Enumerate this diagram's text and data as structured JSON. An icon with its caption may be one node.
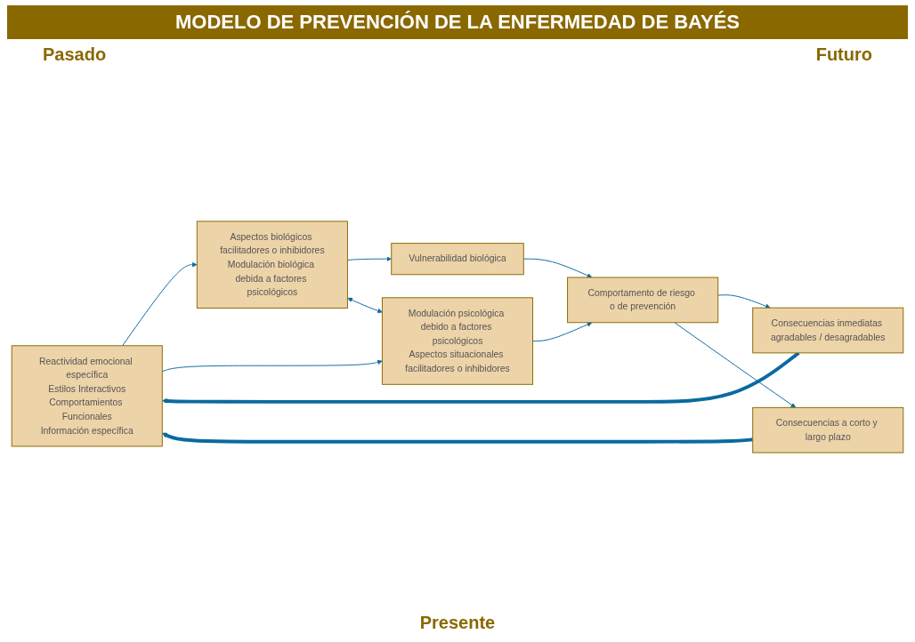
{
  "diagram": {
    "title": "MODELO DE PREVENCIÓN DE LA ENFERMEDAD DE BAYÉS",
    "nodes": [
      {
        "text": [
          "Reactividad emocional específica",
          "Estilos Interactivos",
          "Comportamientos Funcionales",
          "Información específica"
        ]
      },
      {
        "text": [
          "Aspectos biológicos facilitadores o inhibidores",
          "Modulación biológica debida a factores psicológicos"
        ]
      },
      {
        "text": [
          "Vulnerabilidad biológica"
        ]
      },
      {
        "text": [
          "Modulación psicológica debido a factores psicológicos",
          "Aspectos situacionales facilitadores o inhibidores"
        ]
      },
      {
        "text": [
          "Comportamento de riesgo o de prevención"
        ]
      },
      {
        "text": [
          "Consecuencias inmediatas agradables / desagradables"
        ]
      },
      {
        "text": [
          "Consecuencias a corto y largo plazo"
        ]
      }
    ],
    "edges": [
      {
        "from": 0,
        "to": 1,
        "arrow": "to"
      },
      {
        "from": 0,
        "to": 3,
        "arrow": "to"
      },
      {
        "from": 1,
        "to": 2,
        "arrow": "to"
      },
      {
        "from": 1,
        "to": 3,
        "arrow": "both"
      },
      {
        "from": 2,
        "to": 4,
        "arrow": "to"
      },
      {
        "from": 3,
        "to": 4,
        "arrow": "to"
      },
      {
        "from": 4,
        "to": 5,
        "arrow": "to"
      },
      {
        "from": 4,
        "to": 6,
        "arrow": "to"
      },
      {
        "from": 5,
        "to": 0,
        "arrow": "to",
        "style": "thick"
      },
      {
        "from": 6,
        "to": 0,
        "arrow": "to",
        "style": "thick"
      }
    ],
    "labels": [
      "Pasado",
      "Futuro",
      "Presente"
    ]
  }
}
